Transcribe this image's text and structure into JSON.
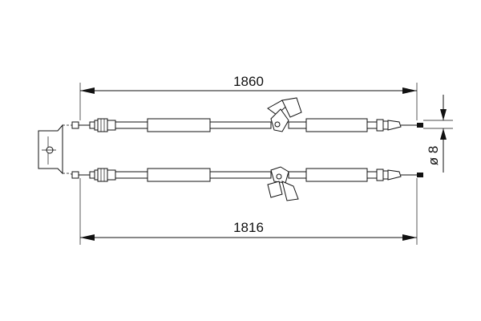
{
  "dimensions": {
    "top_length": "1860",
    "bottom_length": "1816",
    "diameter": "ø 8"
  },
  "colors": {
    "line": "#111111",
    "background": "#ffffff"
  }
}
